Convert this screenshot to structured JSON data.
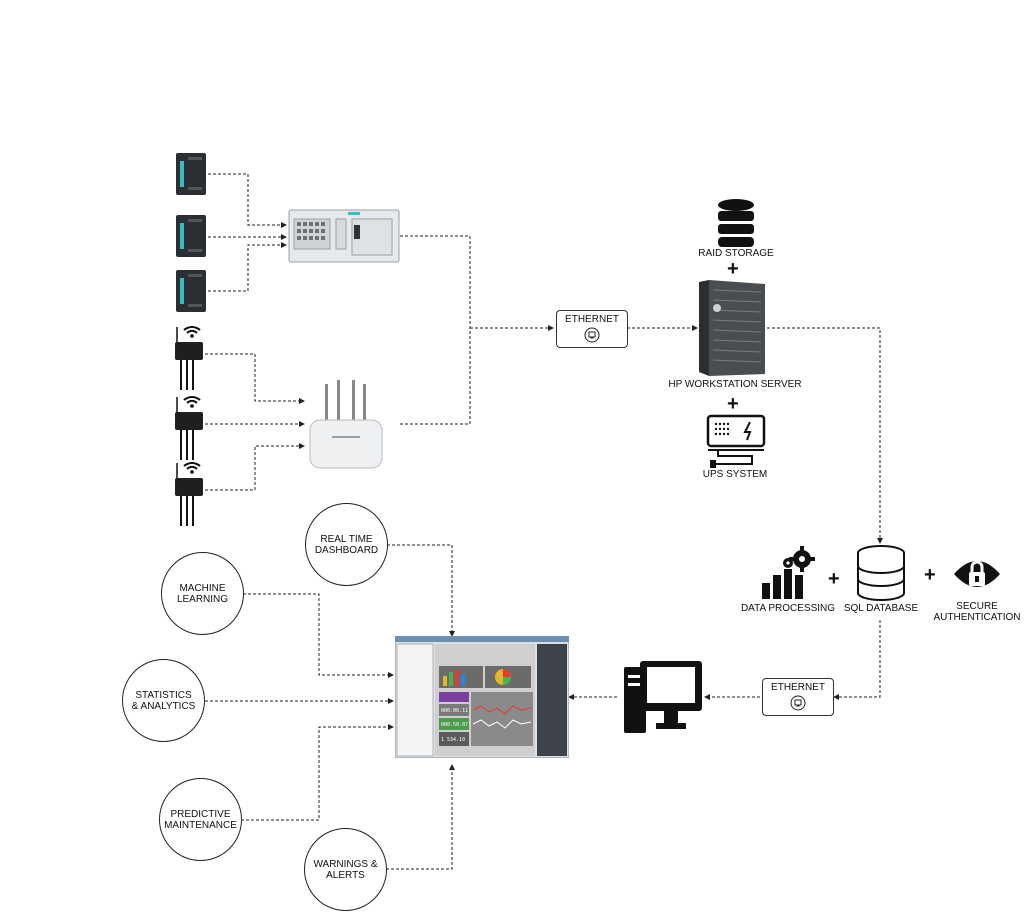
{
  "labels": {
    "raid_storage": "RAID STORAGE",
    "hp_workstation_server": "HP WORKSTATION SERVER",
    "ups_system": "UPS SYSTEM",
    "data_processing": "DATA PROCESSING",
    "sql_database": "SQL DATABASE",
    "secure_authentication": "SECURE\nAUTHENTICATION",
    "ethernet_top": "ETHERNET",
    "ethernet_bottom": "ETHERNET"
  },
  "plus_sign": "+",
  "circles": {
    "real_time_dashboard": "REAL TIME\nDASHBOARD",
    "machine_learning": "MACHINE\nLEARNING",
    "statistics_analytics": "STATISTICS\n& ANALYTICS",
    "predictive_maintenance": "PREDICTIVE\nMAINTENANCE",
    "warnings_alerts": "WARNINGS &\nALERTS"
  },
  "dashboard_screen": {
    "readouts": [
      "000.00.11",
      "000.50.07",
      "1 534.10"
    ]
  },
  "colors": {
    "line": "#222222",
    "plc_teal": "#3fb8c8",
    "dark": "#111111"
  }
}
